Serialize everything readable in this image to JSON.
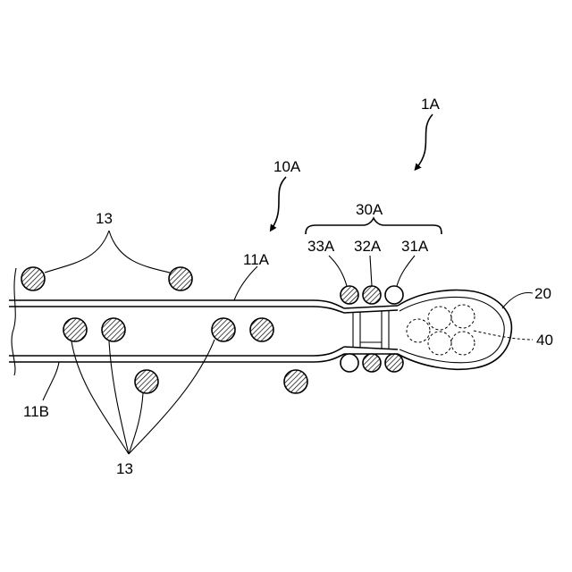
{
  "figure": {
    "labels": {
      "assembly": "1A",
      "body": "10A",
      "body_top_surface": "11A",
      "body_bottom_surface": "11B",
      "particles_top": "13",
      "particles_bottom": "13",
      "ring_group": "30A",
      "ring_left": "33A",
      "ring_middle": "32A",
      "ring_right": "31A",
      "pouch": "20",
      "contents": "40"
    }
  }
}
